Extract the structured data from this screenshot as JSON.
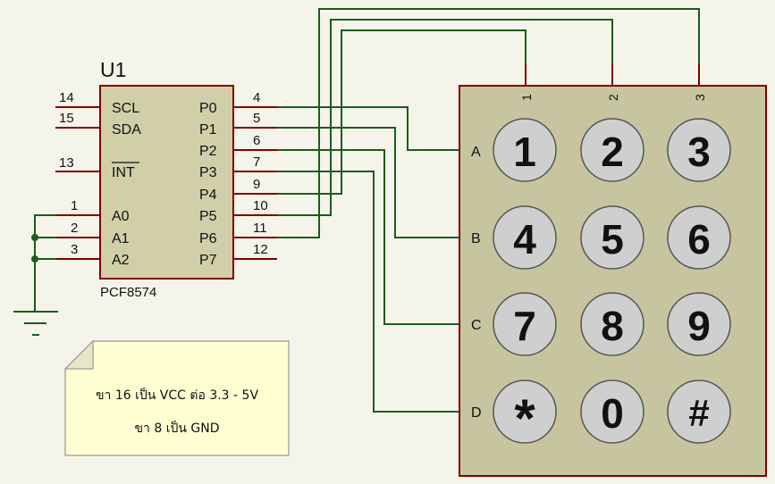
{
  "colors": {
    "background": "#f4f4ea",
    "wire_green": "#1f5a1f",
    "pin_red": "#800000",
    "ic_fill": "#d0cfa8",
    "keypad_fill": "#c6c5a0",
    "key_fill": "#cfcfcf",
    "note_fill": "#fffdd2"
  },
  "ic": {
    "designator": "U1",
    "part": "PCF8574",
    "left_pins": [
      {
        "num": "14",
        "name": "SCL",
        "overline": false
      },
      {
        "num": "15",
        "name": "SDA",
        "overline": false
      },
      {
        "num": "13",
        "name": "INT",
        "overline": true
      },
      {
        "num": "1",
        "name": "A0",
        "overline": false
      },
      {
        "num": "2",
        "name": "A1",
        "overline": false
      },
      {
        "num": "3",
        "name": "A2",
        "overline": false
      }
    ],
    "right_pins": [
      {
        "num": "4",
        "name": "P0"
      },
      {
        "num": "5",
        "name": "P1"
      },
      {
        "num": "6",
        "name": "P2"
      },
      {
        "num": "7",
        "name": "P3"
      },
      {
        "num": "9",
        "name": "P4"
      },
      {
        "num": "10",
        "name": "P5"
      },
      {
        "num": "11",
        "name": "P6"
      },
      {
        "num": "12",
        "name": "P7"
      }
    ]
  },
  "keypad": {
    "column_labels": [
      "1",
      "2",
      "3"
    ],
    "row_labels": [
      "A",
      "B",
      "C",
      "D"
    ],
    "keys": [
      [
        "1",
        "2",
        "3"
      ],
      [
        "4",
        "5",
        "6"
      ],
      [
        "7",
        "8",
        "9"
      ],
      [
        "*",
        "0",
        "#"
      ]
    ]
  },
  "note": {
    "line1": "ขา 16 เป็น VCC ต่อ 3.3 - 5V",
    "line2": "ขา 8 เป็น GND"
  },
  "icons": [
    "ground-icon",
    "note-page-icon"
  ]
}
